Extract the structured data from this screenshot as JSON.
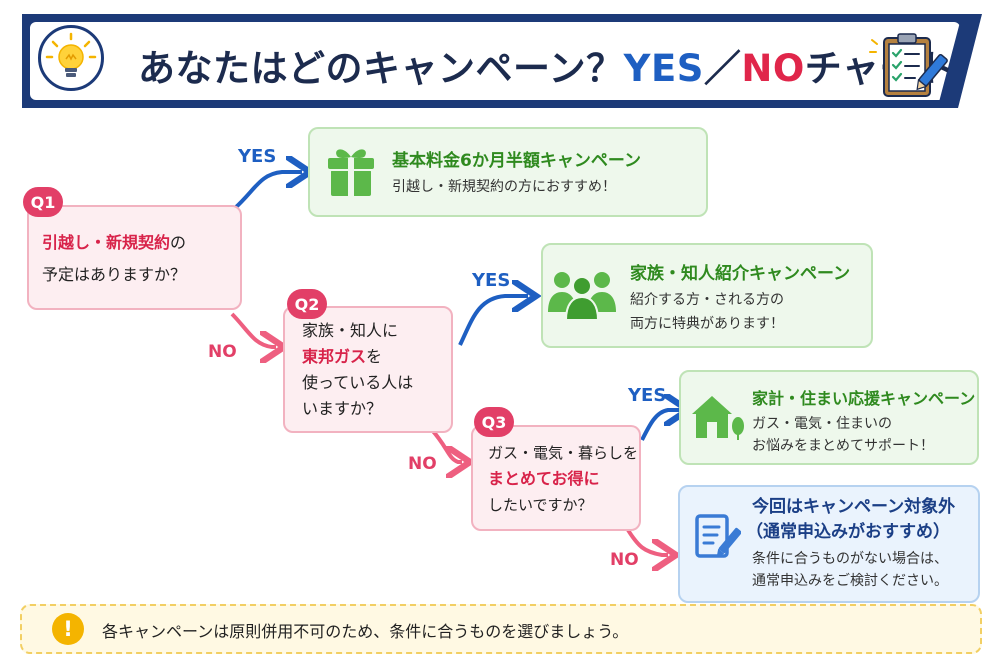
{
  "header": {
    "title_main": "あなたはどのキャンペーン？",
    "title_yes": "YES",
    "title_sep": "／",
    "title_no": "NO",
    "title_tail": "チャート"
  },
  "q1": {
    "badge": "Q1",
    "line1_highlight": "引越し・新規契約",
    "line1_rest": "の",
    "line2": "予定はありますか？"
  },
  "q2": {
    "badge": "Q2",
    "line1": "家族・知人に",
    "line2_highlight": "東邦ガス",
    "line2_rest": "を",
    "line3": "使っている人は",
    "line4": "いますか？"
  },
  "q3": {
    "badge": "Q3",
    "line1": "ガス・電気・暮らしを",
    "line2_highlight": "まとめてお得に",
    "line3": "したいですか？"
  },
  "results": {
    "r1": {
      "title": "基本料金6か月半額キャンペーン",
      "desc1": "引越し・新規契約の方におすすめ！",
      "icon": "gift-icon"
    },
    "r2": {
      "title": "家族・知人紹介キャンペーン",
      "desc1": "紹介する方・される方の",
      "desc2": "両方に特典があります！",
      "icon": "people-icon"
    },
    "r3": {
      "title": "家計・住まい応援キャンペーン",
      "desc1": "ガス・電気・住まいの",
      "desc2": "お悩みをまとめてサポート！",
      "icon": "house-icon"
    },
    "r4": {
      "title1": "今回はキャンペーン対象外",
      "title2": "（通常申込みがおすすめ）",
      "desc1": "条件に合うものがない場合は、",
      "desc2": "通常申込みをご検討ください。",
      "icon": "document-pen-icon"
    }
  },
  "labels": {
    "yes1": "YES",
    "yes2": "YES",
    "yes3": "YES",
    "no1": "NO",
    "no2": "NO",
    "no3": "NO"
  },
  "footer": {
    "mark": "!",
    "text": "各キャンペーンは原則併用不可のため、条件に合うものを選びましょう。"
  },
  "colors": {
    "navy": "#1c3a78",
    "yes_blue": "#1e5fc2",
    "no_pink": "#e23f67",
    "campaign_green": "#2f8a1f",
    "question_bg": "#fdeef1",
    "campaign_bg": "#eef8ec",
    "fallback_bg": "#eaf3fd",
    "footer_bg": "#fff9e3"
  }
}
